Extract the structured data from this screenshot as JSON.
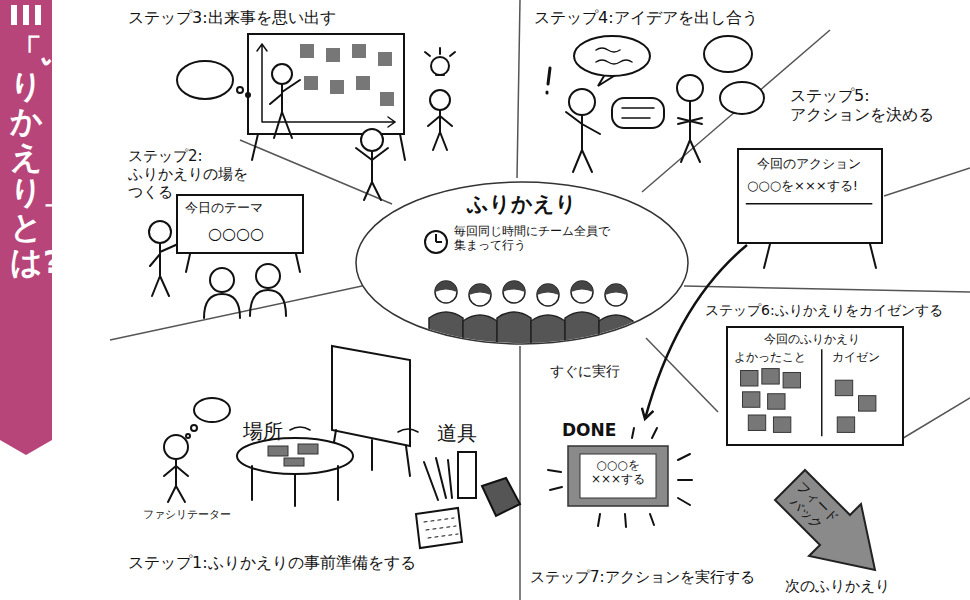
{
  "diagram": {
    "title": "「ふりかえり」とは?",
    "nodes": [
      {
        "text": [
          "ふりかえり",
          "毎回同じ時間にチーム全員で 集まって行う"
        ]
      },
      {
        "text": [
          "今日のテーマ",
          "○○○○"
        ]
      },
      {
        "text": [
          "今回のアクション",
          "○○○を×××する!"
        ]
      },
      {
        "text": [
          "今回のふりかえり",
          "よかったこと",
          "カイゼン"
        ]
      },
      {
        "text": [
          "DONE",
          "○○○を ×××する"
        ]
      },
      {
        "text": [
          "フィード バック"
        ]
      }
    ],
    "edges": [
      {
        "from": 2,
        "to": 4,
        "label": "すぐに実行",
        "arrow": "to"
      }
    ],
    "labels": [
      "ステップ1:ふりかえりの事前準備をする",
      "場所",
      "道具",
      "ファシリテーター",
      "ステップ2: ふりかえりの場を つくる",
      "ステップ3:出来事を思い出す",
      "ステップ4:アイデアを出し合う",
      "ステップ5: アクションを決める",
      "ステップ6:ふりかえりをカイゼンする",
      "ステップ7:アクションを実行する",
      "次のふりかえり"
    ]
  }
}
